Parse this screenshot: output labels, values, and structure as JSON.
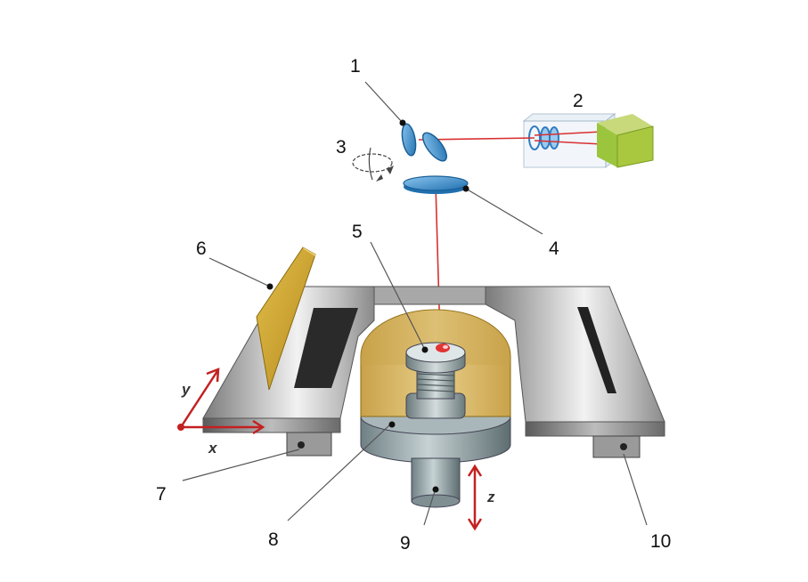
{
  "diagram": {
    "labels": {
      "l1": "1",
      "l2": "2",
      "l3": "3",
      "l4": "4",
      "l5": "5",
      "l6": "6",
      "l7": "7",
      "l8": "8",
      "l9": "9",
      "l10": "10"
    },
    "axes": {
      "x": "x",
      "y": "y",
      "z": "z"
    },
    "colors": {
      "laser": "#d83030",
      "platform": "#b0b0b0",
      "gold": "#d9b865",
      "laser_body": "#9bc53d",
      "lens": "#3a8fd0",
      "axis_arrow": "#c42020"
    }
  }
}
